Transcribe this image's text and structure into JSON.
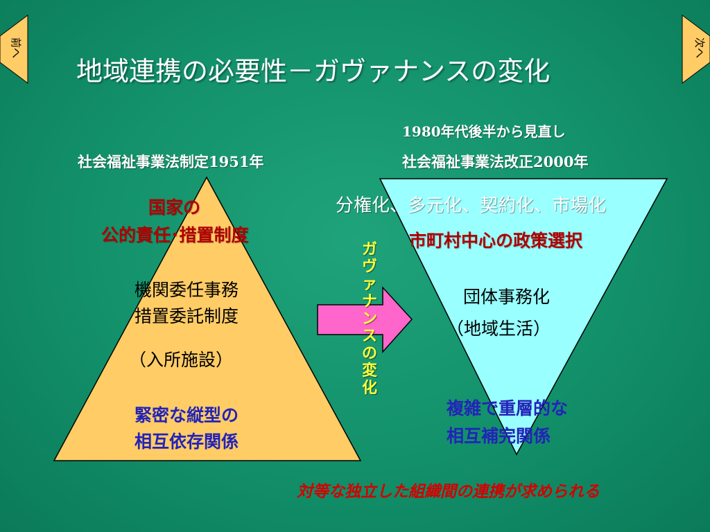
{
  "nav": {
    "prev_label": "前へ",
    "next_label": "次へ"
  },
  "title": "地域連携の必要性－ガヴァナンスの変化",
  "left": {
    "header": "社会福祉事業法制定1951年",
    "state_line1": "国家の",
    "state_line2": "公的責任･措置制度",
    "system_line1": "機関委任事務",
    "system_line2": "措置委託制度",
    "facility": "（入所施設）",
    "relation_line1": "緊密な縦型の",
    "relation_line2": "相互依存関係"
  },
  "middle": {
    "vertical_label": "ガヴァナンスの変化"
  },
  "right": {
    "review_note": "1980年代後半から見直し",
    "header": "社会福祉事業法改正2000年",
    "trends": "分権化、多元化、契約化、市場化",
    "policy": "市町村中心の政策選択",
    "org_line1": "団体事務化",
    "org_line2": "（地域生活）",
    "relation_line1": "複雑で重層的な",
    "relation_line2": "相互補完関係"
  },
  "footer": "対等な独立した組織間の連携が求められる",
  "colors": {
    "background": "#129069",
    "pyramid": "#ffcc66",
    "inverted_triangle": "#99ffff",
    "arrow": "#ff66cc",
    "nav_button": "#ffcc66",
    "vertical_text": "#ffff3a",
    "red_text": "#b00000",
    "blue_text": "#2323b8",
    "footer_text": "#d40000"
  }
}
